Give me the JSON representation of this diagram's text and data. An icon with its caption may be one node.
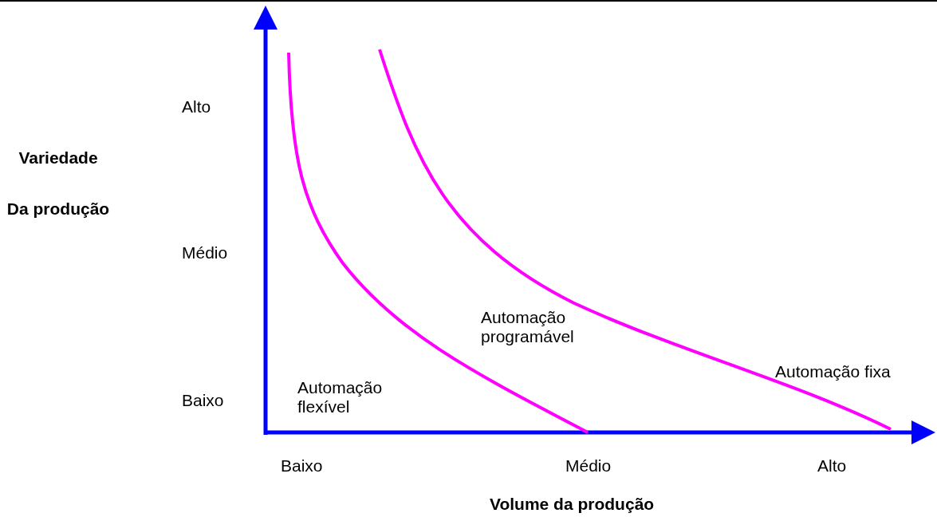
{
  "diagram": {
    "labels": [
      "Alto",
      "Variedade Da produção",
      "Médio",
      "Automação programável",
      "Automação fixa",
      "Baixo",
      "Automação flexível",
      "Baixo",
      "Médio",
      "Alto",
      "Volume da produção"
    ]
  }
}
